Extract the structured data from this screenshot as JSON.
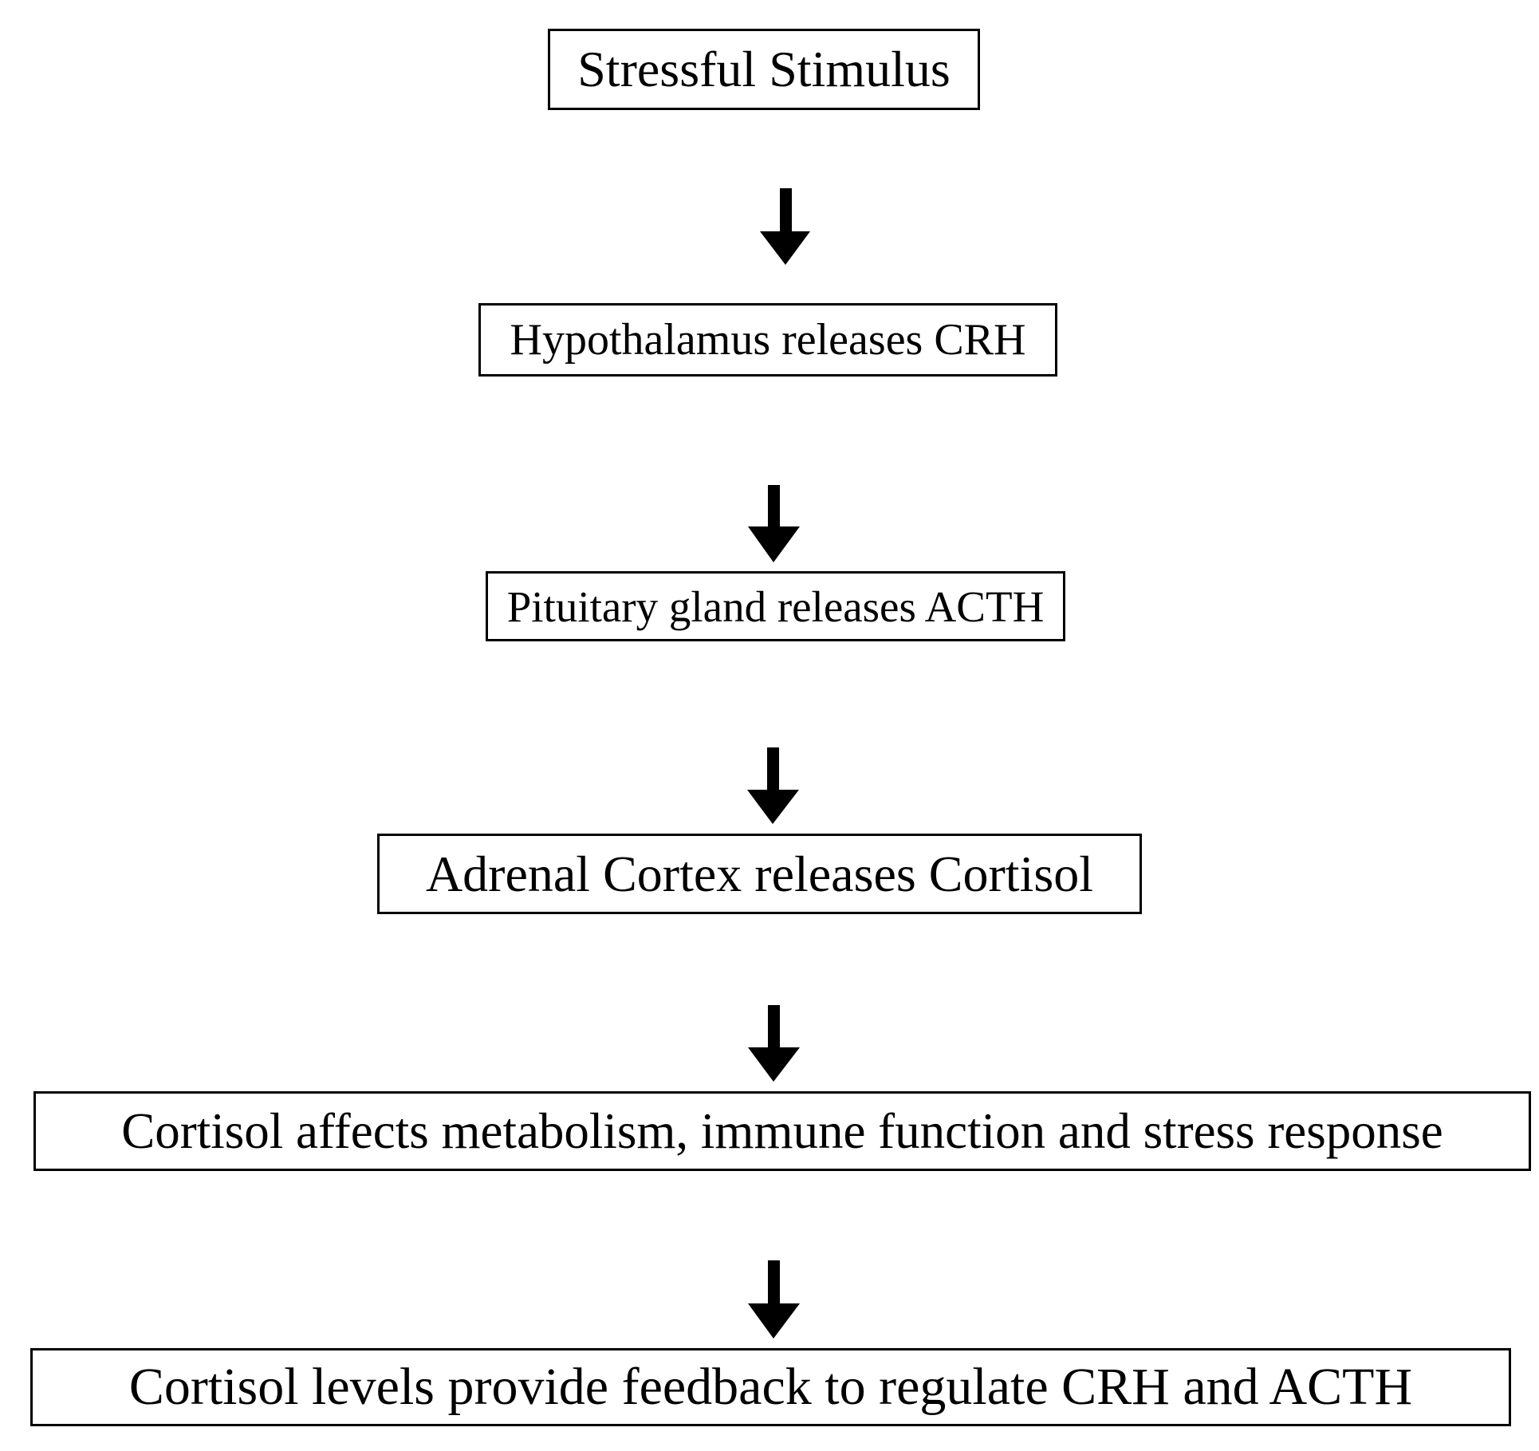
{
  "diagram": {
    "steps": [
      "Stressful Stimulus",
      "Hypothalamus releases CRH",
      "Pituitary gland releases ACTH",
      "Adrenal Cortex releases Cortisol",
      "Cortisol affects metabolism, immune function and stress response",
      "Cortisol levels provide feedback to regulate CRH and ACTH"
    ],
    "arrow_count": 5,
    "colors": {
      "line": "#000000",
      "background": "#ffffff"
    }
  }
}
